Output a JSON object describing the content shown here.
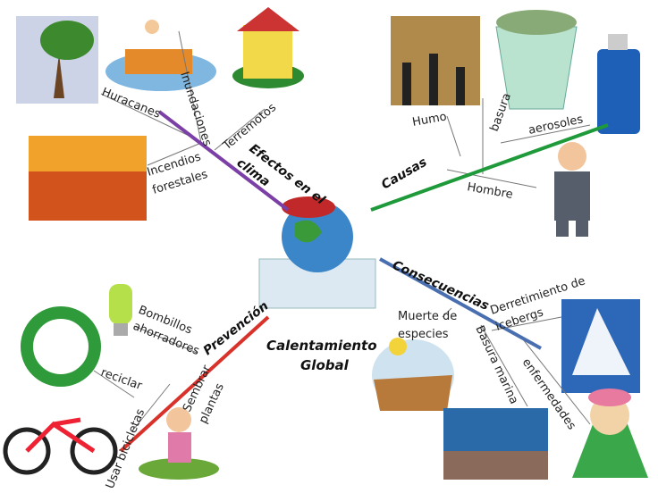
{
  "center": {
    "line1": "Calentamiento",
    "line2": "Global"
  },
  "branches": {
    "efectos": {
      "label_line1": "Efectos en el",
      "label_line2": "clima",
      "color": "#7b3fa6",
      "items": [
        "Huracanes",
        "Inundaciones",
        "Terremotos",
        "Incendios",
        "forestales"
      ]
    },
    "causas": {
      "label": "Causas",
      "color": "#1e9a3a",
      "items": [
        "Humo",
        "basura",
        "aerosoles",
        "Hombre"
      ]
    },
    "consecuencias": {
      "label": "Consecuencias",
      "color": "#4a6fb0",
      "items": [
        "Derretimiento de",
        "icebergs",
        "Muerte de",
        "especies",
        "Basura marina",
        "enfermedades"
      ]
    },
    "prevencion": {
      "label": "Prevención",
      "color": "#d8322a",
      "items": [
        "Bombillos",
        "ahorradores",
        "reciclar",
        "Sembrar",
        "plantas",
        "Usar bicicletas"
      ]
    }
  },
  "icons": [
    "hurricane-tree",
    "flooded-house",
    "earthquake-house",
    "forest-fire",
    "factory-smoke",
    "trash-can",
    "aerosol-can",
    "businessman",
    "melting-earth",
    "cfl-bulb",
    "recycle",
    "bicycle",
    "child-planting",
    "dry-land-skull",
    "iceberg",
    "polluted-wave",
    "sick-person"
  ]
}
